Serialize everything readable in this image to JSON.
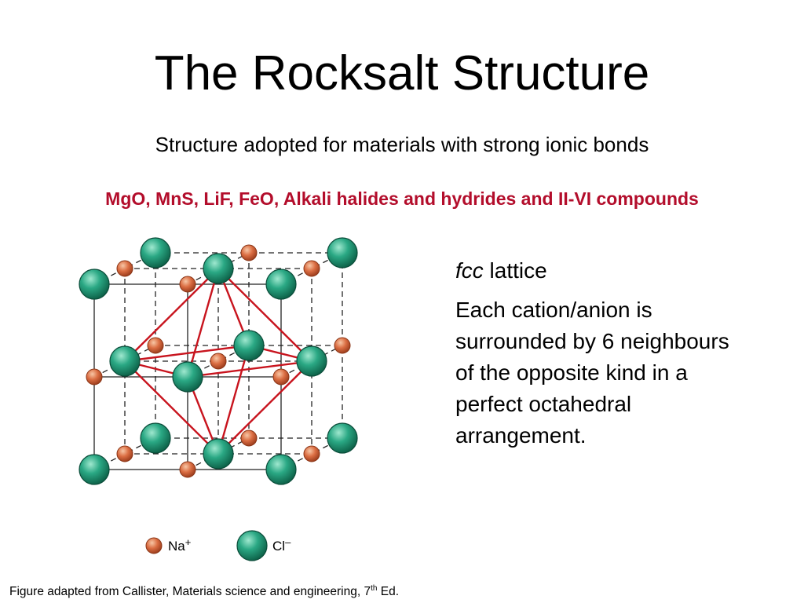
{
  "title": "The Rocksalt Structure",
  "subtitle": "Structure adopted for materials with strong ionic bonds",
  "materials": "MgO, MnS, LiF, FeO, Alkali halides and hydrides and II-VI compounds",
  "text": {
    "fcc_italic": "fcc",
    "fcc_rest": " lattice",
    "description": "Each cation/anion is surrounded by 6 neighbours of the opposite kind in a perfect octahedral arrangement."
  },
  "legend": {
    "na": "Na",
    "na_charge": "+",
    "cl": "Cl",
    "cl_charge": "–"
  },
  "caption": {
    "main": "Figure adapted from Callister, Materials science and engineering, 7",
    "sup": "th",
    "end": " Ed."
  },
  "colors": {
    "accent_red": "#b30d2b",
    "octahedron": "#c8141e",
    "cl_atom": "#1f9a76",
    "na_atom": "#d9693f"
  }
}
